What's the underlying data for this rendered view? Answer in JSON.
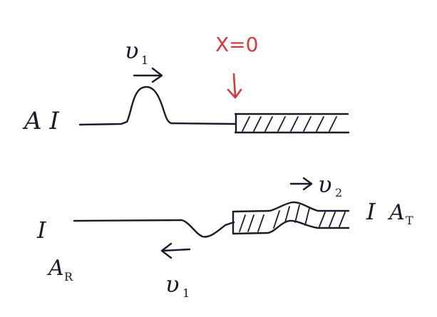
{
  "colors": {
    "ink": "#1a1a2a",
    "accent": "#d63a3a"
  },
  "top_panel": {
    "label_AI": "A I",
    "velocity_symbol": "υ",
    "velocity_subscript": "1",
    "boundary_label": "X=0"
  },
  "bottom_panel": {
    "label_I_left": "I",
    "label_AR_main": "A",
    "label_AR_sub": "R",
    "reflected_velocity_symbol": "υ",
    "reflected_velocity_subscript": "1",
    "transmitted_velocity_symbol": "υ",
    "transmitted_velocity_subscript": "2",
    "label_I_right": "I",
    "label_AT_main": "A",
    "label_AT_sub": "T"
  }
}
